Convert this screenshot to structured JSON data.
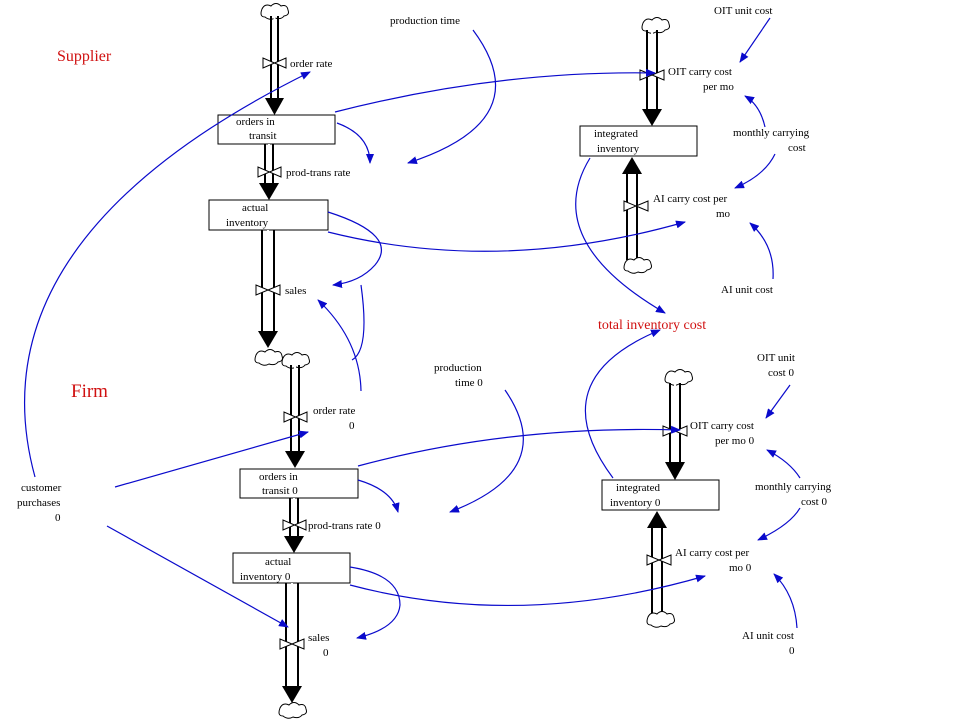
{
  "colors": {
    "link": "#0a0acc",
    "sector_label": "#d01010"
  },
  "sectors": {
    "supplier": "Supplier",
    "firm": "Firm"
  },
  "total_inventory_cost": "total inventory cost",
  "supplier": {
    "order_rate": "order rate",
    "orders_in_transit": [
      "orders in",
      "transit"
    ],
    "prod_trans_rate": "prod-trans rate",
    "actual_inventory": [
      "actual",
      "inventory"
    ],
    "sales": "sales",
    "production_time": "production time",
    "integrated_inventory": [
      "integrated",
      "inventory"
    ],
    "oit_unit_cost": "OIT unit cost",
    "oit_carry_cost": [
      "OIT carry cost",
      "per mo"
    ],
    "monthly_carrying_cost": [
      "monthly carrying",
      "cost"
    ],
    "ai_carry_cost": [
      "AI carry cost per",
      "mo"
    ],
    "ai_unit_cost": "AI unit cost"
  },
  "firm": {
    "order_rate": [
      "order rate",
      "0"
    ],
    "orders_in_transit": [
      "orders in",
      "transit 0"
    ],
    "prod_trans_rate": "prod-trans rate 0",
    "actual_inventory": [
      "actual",
      "inventory 0"
    ],
    "sales": [
      "sales",
      "0"
    ],
    "production_time": [
      "production",
      "time 0"
    ],
    "integrated_inventory": [
      "integrated",
      "inventory 0"
    ],
    "oit_unit_cost": [
      "OIT unit",
      "cost 0"
    ],
    "oit_carry_cost": [
      "OIT carry cost",
      "per mo 0"
    ],
    "monthly_carrying_cost": [
      "monthly carrying",
      "cost 0"
    ],
    "ai_carry_cost": [
      "AI carry cost per",
      "mo 0"
    ],
    "ai_unit_cost": [
      "AI unit cost",
      "0"
    ]
  },
  "customer_purchases": [
    "customer",
    "purchases",
    "0"
  ]
}
